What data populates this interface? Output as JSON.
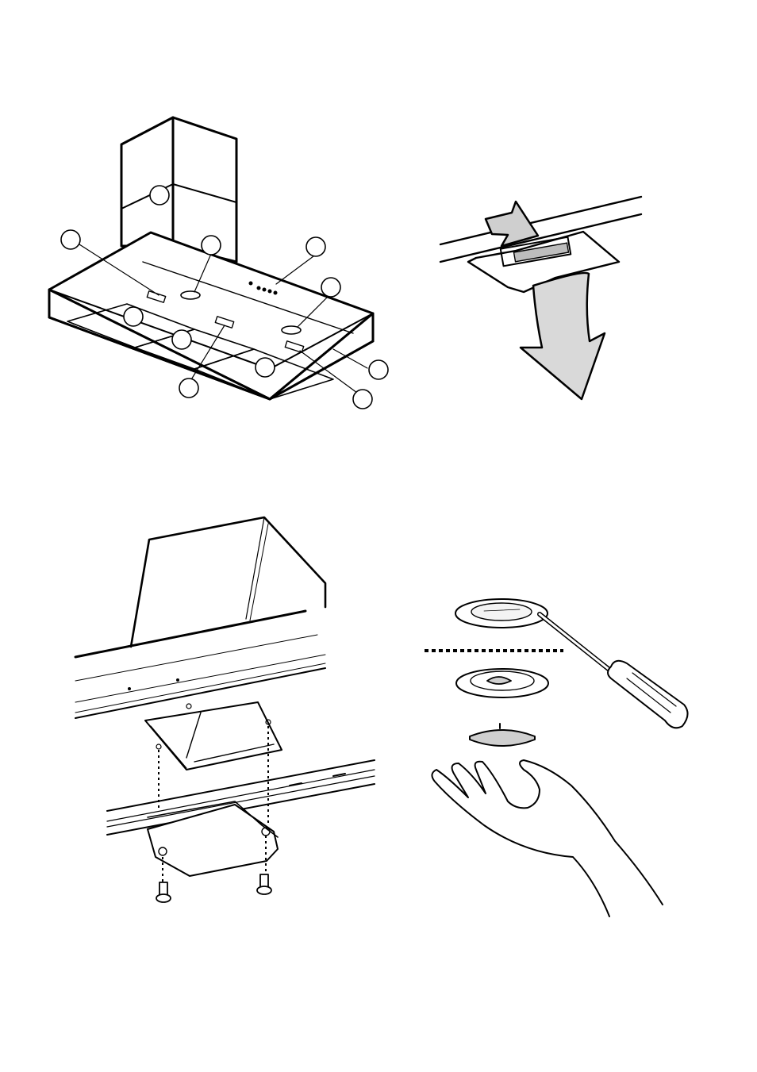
{
  "page": {
    "background": "#ffffff",
    "ink_color": "#000000",
    "shade_color": "#c8c8c8",
    "light_shade_color": "#e6e6e6"
  },
  "figures": [
    {
      "id": "fig-hood-overview",
      "description_icon": "cooker-hood-icon",
      "callouts": 11
    },
    {
      "id": "fig-filter-release",
      "description_icon": "filter-latch-icon",
      "arrows": 2
    },
    {
      "id": "fig-grease-panel-removal",
      "description_icon": "panel-screws-icon",
      "screws": 2
    },
    {
      "id": "fig-lamp-replacement",
      "description_icon": "lamp-screwdriver-icon"
    }
  ]
}
